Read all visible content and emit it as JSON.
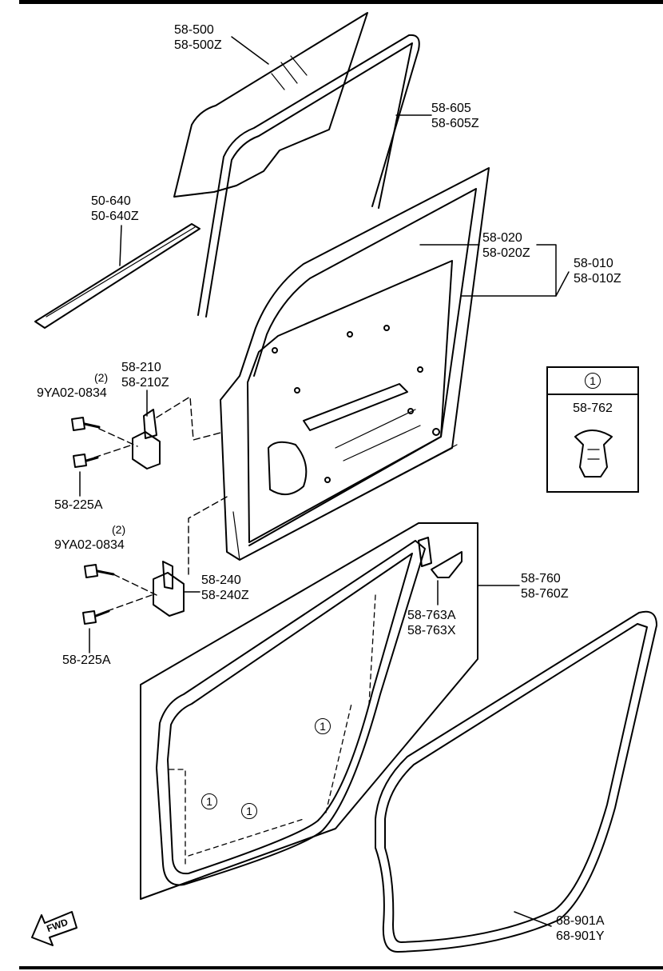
{
  "labels": {
    "glass": [
      "58-500",
      "58-500Z"
    ],
    "run_channel": [
      "58-605",
      "58-605Z"
    ],
    "moulding": [
      "50-640",
      "50-640Z"
    ],
    "door_panel": [
      "58-020",
      "58-020Z"
    ],
    "door_assy": [
      "58-010",
      "58-010Z"
    ],
    "upper_hinge": [
      "58-210",
      "58-210Z"
    ],
    "bolt_upper": "9YA02-0834",
    "bolt_upper_qty": "(2)",
    "screw_upper": "58-225A",
    "bolt_lower": "9YA02-0834",
    "bolt_lower_qty": "(2)",
    "lower_hinge": [
      "58-240",
      "58-240Z"
    ],
    "screw_lower": "58-225A",
    "seal_clip": [
      "58-763A",
      "58-763X"
    ],
    "door_trim_seal": [
      "58-760",
      "58-760Z"
    ],
    "weatherstrip": [
      "68-901A",
      "68-901Y"
    ]
  },
  "legend": {
    "symbol": "1",
    "part": "58-762"
  },
  "callouts": [
    "1",
    "1",
    "1"
  ],
  "fwd_label": "FWD"
}
